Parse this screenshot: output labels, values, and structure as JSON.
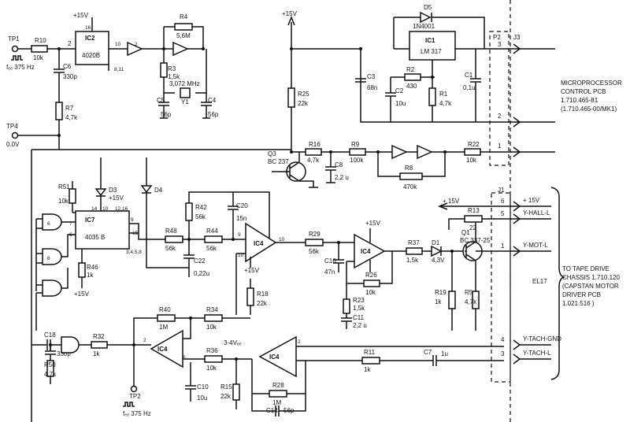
{
  "labels": {
    "tp1": "TP1",
    "tp1_freq": "fₑₑ 375 Hz",
    "tp4": "TP4",
    "tp4_val": "0.0V",
    "tp2": "TP2",
    "tp2_freq": "fₑₑ 375 Hz",
    "r10": "R10",
    "r10v": "10k",
    "c6": "C6",
    "c6v": "330p",
    "r7": "R7",
    "r7v": "4,7k",
    "ic2": "IC2",
    "ic2p": "4020B",
    "ic2_816": "8,11",
    "pin16": "16",
    "pin2": "2",
    "pin10": "10",
    "p15v_ic2": "+15V",
    "r4": "R4",
    "r4v": "5,6M",
    "r3": "R3",
    "r3v": "1,5k",
    "xtal": "3,072 MHz",
    "y1": "Y1",
    "c5": "C5",
    "c5v": "56p",
    "c4": "C4",
    "c4v": "56p",
    "p15v_top": "+15V",
    "r25": "R25",
    "r25v": "22k",
    "q3": "Q3",
    "q3p": "BC 237",
    "r16": "R16",
    "r16v": "4,7k",
    "c8": "C8",
    "c8v": "2,2 u",
    "r9": "R9",
    "r9v": "100k",
    "r8": "R8",
    "r8v": "470k",
    "r22": "R22",
    "r22v": "10k",
    "d5": "D5",
    "d5p": "1N4001",
    "ic1": "IC1",
    "ic1p": "LM 317",
    "c3": "C3",
    "c3v": "68n",
    "r2": "R2",
    "r2v": "430",
    "c2": "C2",
    "c2v": "10u",
    "r1": "R1",
    "r1v": "4,7k",
    "c1": "C1",
    "c1v": "0,1u",
    "p2": "P2",
    "j3": "J3",
    "p2_3": "3",
    "p2_2": "2",
    "p2_1": "1",
    "mp1": "MICROPROCESSOR",
    "mp2": "CONTROL  PCB",
    "mp3": "1.710.465-81",
    "mp4": "(1.710.465-00/MK1)",
    "r51": "R51",
    "r51v": "10k",
    "d3": "D3",
    "d3v": "+15V",
    "d4": "D4",
    "ic7": "IC7",
    "ic7p": "4035 B",
    "pin14": "14",
    "pin10b": "10",
    "pin1216": "12,16",
    "pin7": "7",
    "pin6": "6",
    "pin9": "9",
    "pin15": "15",
    "pin3458": "3,4,5,8",
    "r46": "R46",
    "r46v": "1k",
    "p15v_ic7": "+15V",
    "r42": "R42",
    "r42v": "56k",
    "c20": "C20",
    "c20v": "15n",
    "r48": "R48",
    "r48v": "56k",
    "r44": "R44",
    "r44v": "56k",
    "c22": "C22",
    "c22v": "0,22u",
    "ic4a": "IC4",
    "p15v_ic4": "+15V",
    "r18": "R18",
    "r18v": "22k",
    "r29": "R29",
    "r29v": "56k",
    "c16": "C16",
    "c16v": "47n",
    "ic4b": "IC4",
    "p15v_ic4b": "+15V",
    "r26": "R26",
    "r26v": "10k",
    "r23": "R23",
    "r23v": "1,5k",
    "c11": "C11",
    "c11v": "2,2 u",
    "r37": "R37",
    "r37v": "1,5k",
    "d1": "D1",
    "d1v": "4,3V",
    "q1": "Q1",
    "q1p": "BC 337-25",
    "r19": "R19",
    "r19v": "1k",
    "r5": "R5",
    "r5v": "4,7k",
    "p15v_r13": "+ 15V",
    "r13": "R13",
    "r13v": "22",
    "j1": "J1",
    "j1_6": "6",
    "j1_5": "5",
    "j1_1": "1",
    "j1_4": "4",
    "j1_3": "3",
    "sig_p15": "+ 15V",
    "sig_hall": "Y-HALL-L",
    "sig_mot": "Y-MOT-L",
    "sig_tgnd": "Y-TACH-GND",
    "sig_tach": "Y-TACH-L",
    "td1": "TO TAPE DRIVE",
    "td2": "CHASSIS 1.710.120",
    "td3": "(CAPSTAN MOTOR",
    "td4": "DRIVER PCB",
    "td5": "1.021.516 )",
    "el17": "EL17",
    "c18": "C18",
    "c18v": "330p",
    "r50": "R50",
    "r50v": "4,7k",
    "r32": "R32",
    "r32v": "1k",
    "r40": "R40",
    "r40v": "1M",
    "r34": "R34",
    "r34v": "10k",
    "ic4c": "IC4",
    "r36": "R36",
    "r36v": "10k",
    "vpp": "3-4Vₑₑ",
    "ic4d": "IC4",
    "r11": "R11",
    "r11v": "1k",
    "c7": "C7",
    "c7v": "1u",
    "c10": "C10",
    "c10v": "10u",
    "r15": "R15",
    "r15v": "22k",
    "r28": "R28",
    "r28v": "1M",
    "c14": "C14",
    "c14v": "56p"
  }
}
